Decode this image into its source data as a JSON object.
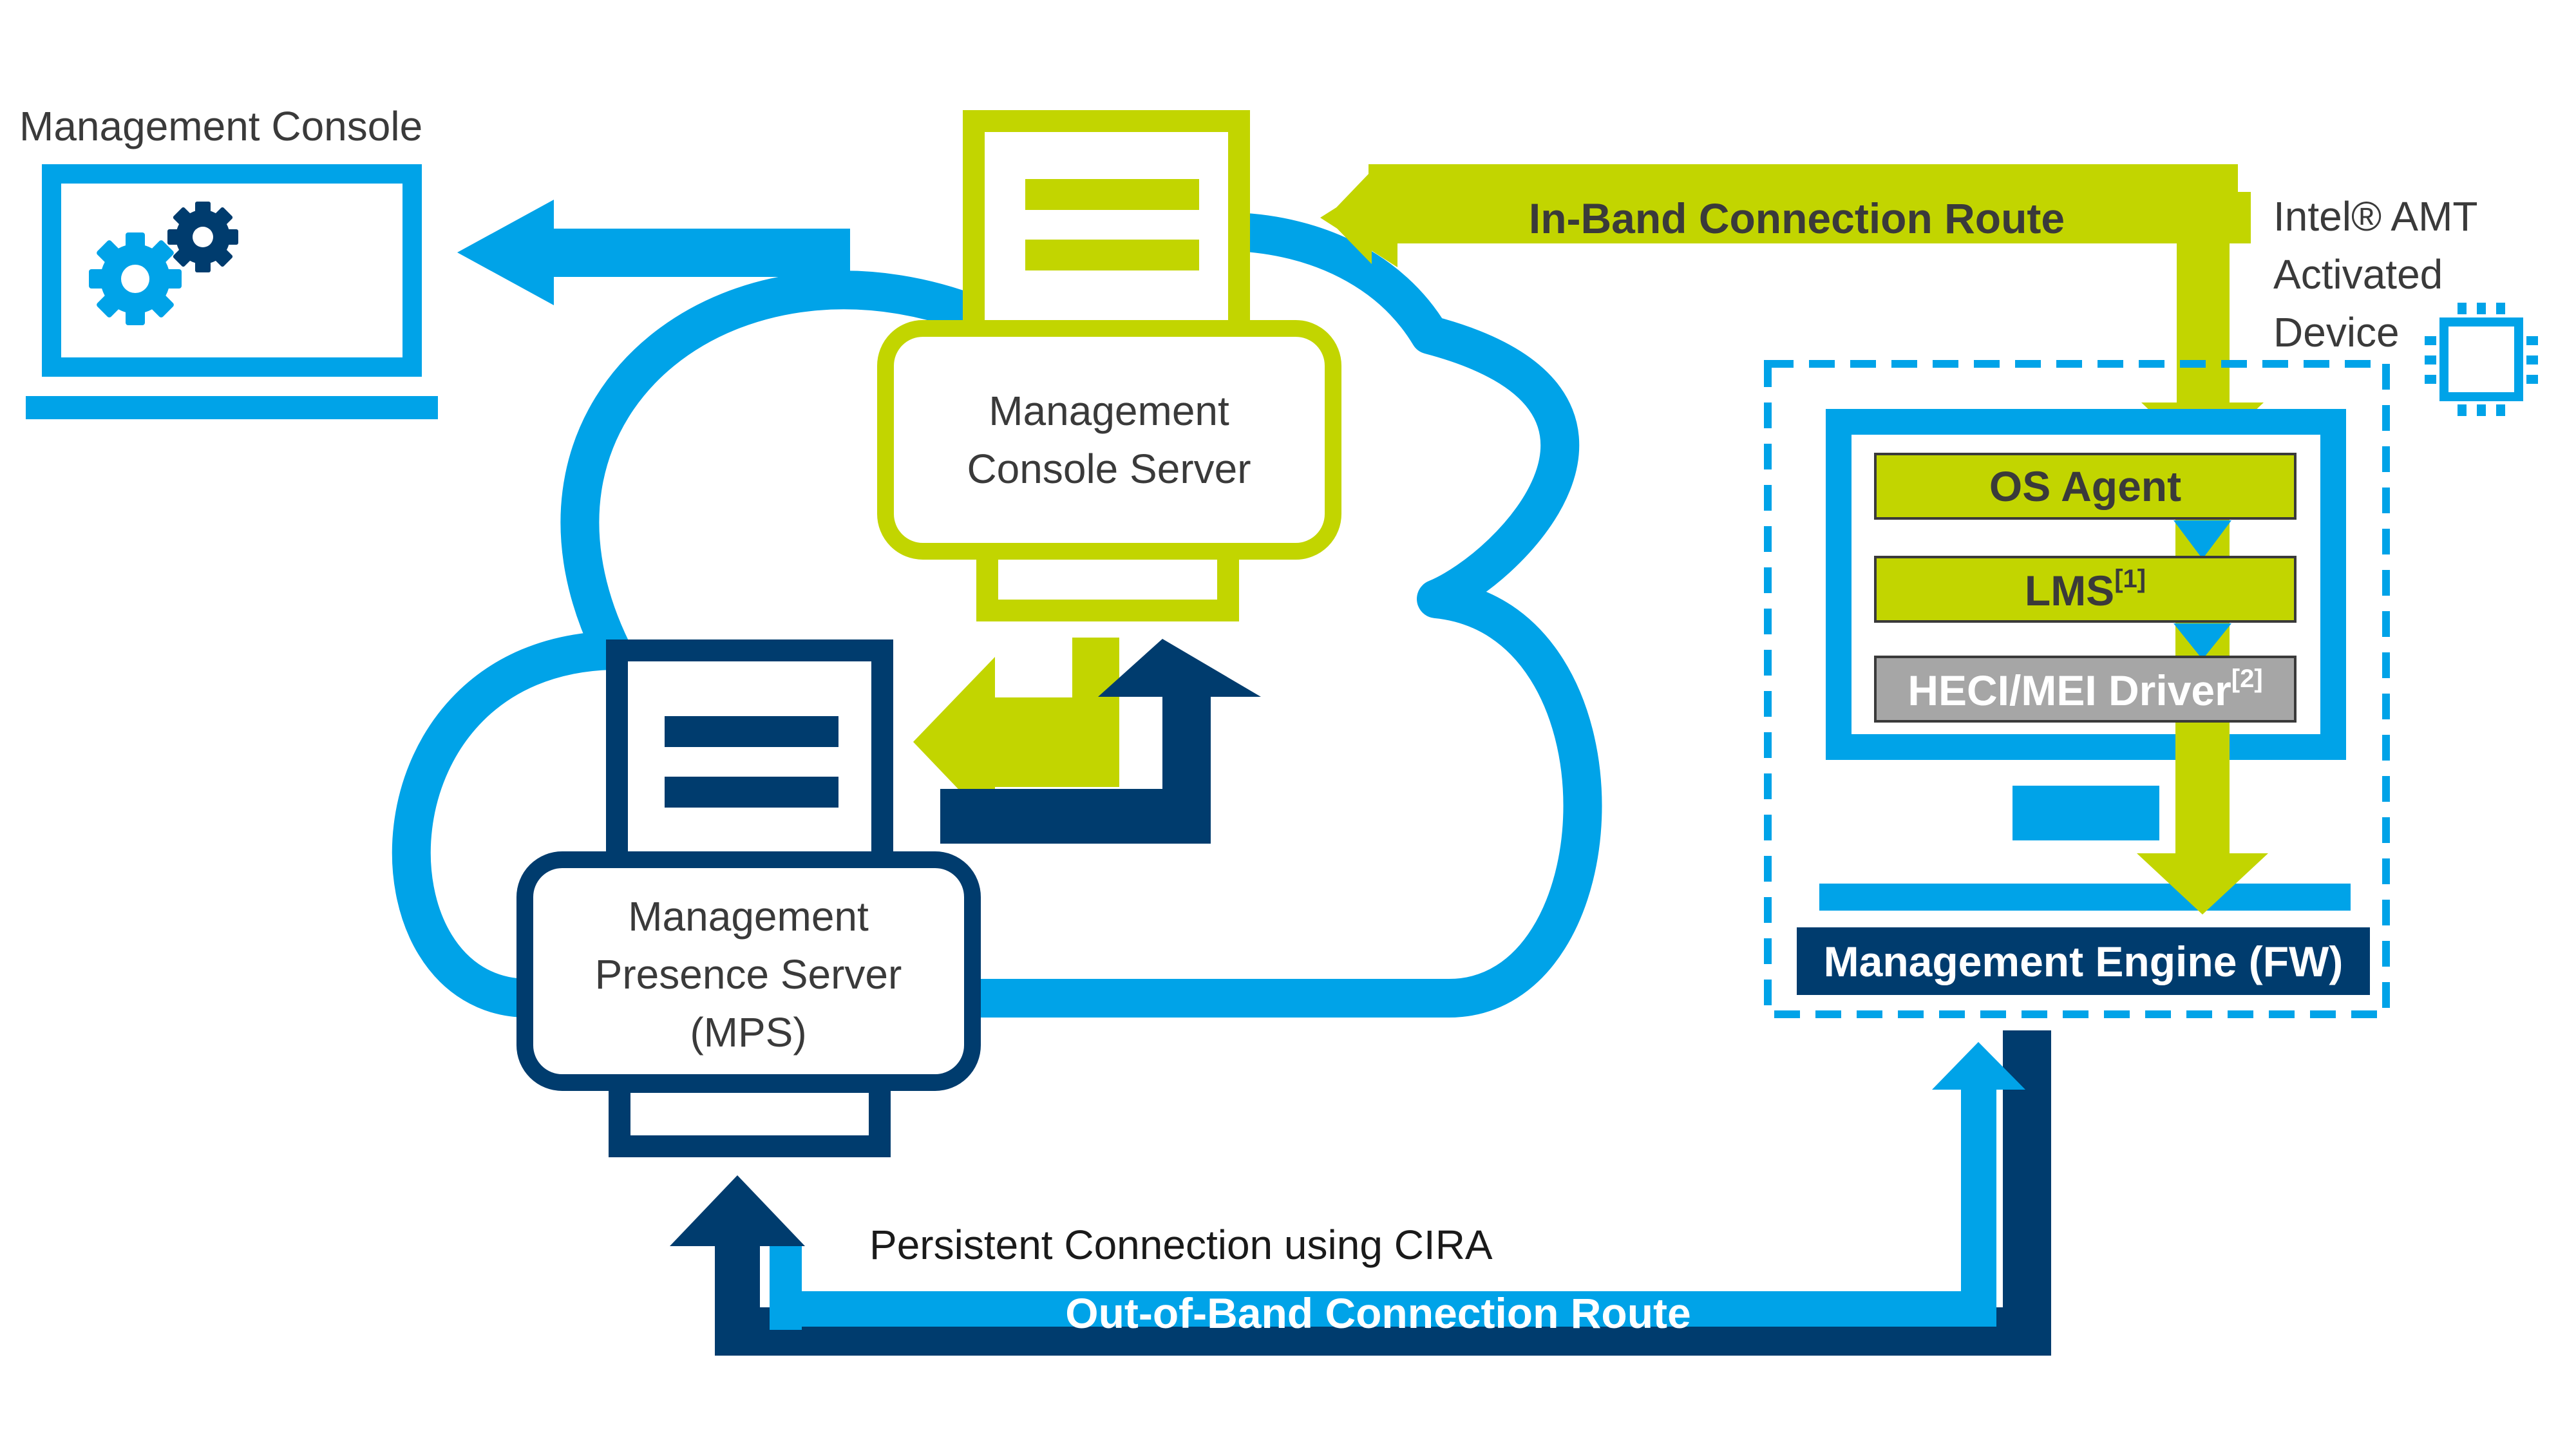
{
  "labels": {
    "management_console": "Management Console",
    "console_server_line1": "Management",
    "console_server_line2": "Console Server",
    "mps_line1": "Management",
    "mps_line2": "Presence Server",
    "mps_line3": "(MPS)",
    "in_band_route": "In-Band Connection Route",
    "device_line1": "Intel® AMT",
    "device_line2": "Activated",
    "device_line3": "Device",
    "os_agent": "OS Agent",
    "lms": "LMS",
    "lms_ref": "[1]",
    "heci_driver": "HECI/MEI Driver",
    "heci_ref": "[2]",
    "management_engine": "Management Engine (FW)",
    "persistent_connection": "Persistent Connection using CIRA",
    "out_of_band_route": "Out-of-Band Connection Route"
  },
  "colors": {
    "light_blue": "#00A3E8",
    "dark_blue": "#003C6E",
    "lime": "#C2D500",
    "gray": "#A6A6A6",
    "text_dark": "#3a3a3a",
    "white": "#ffffff"
  },
  "icons": {
    "laptop": "laptop-icon",
    "gears": "gears-icon",
    "chip": "chip-icon",
    "monitor": "monitor-icon",
    "cloud": "cloud-icon"
  }
}
